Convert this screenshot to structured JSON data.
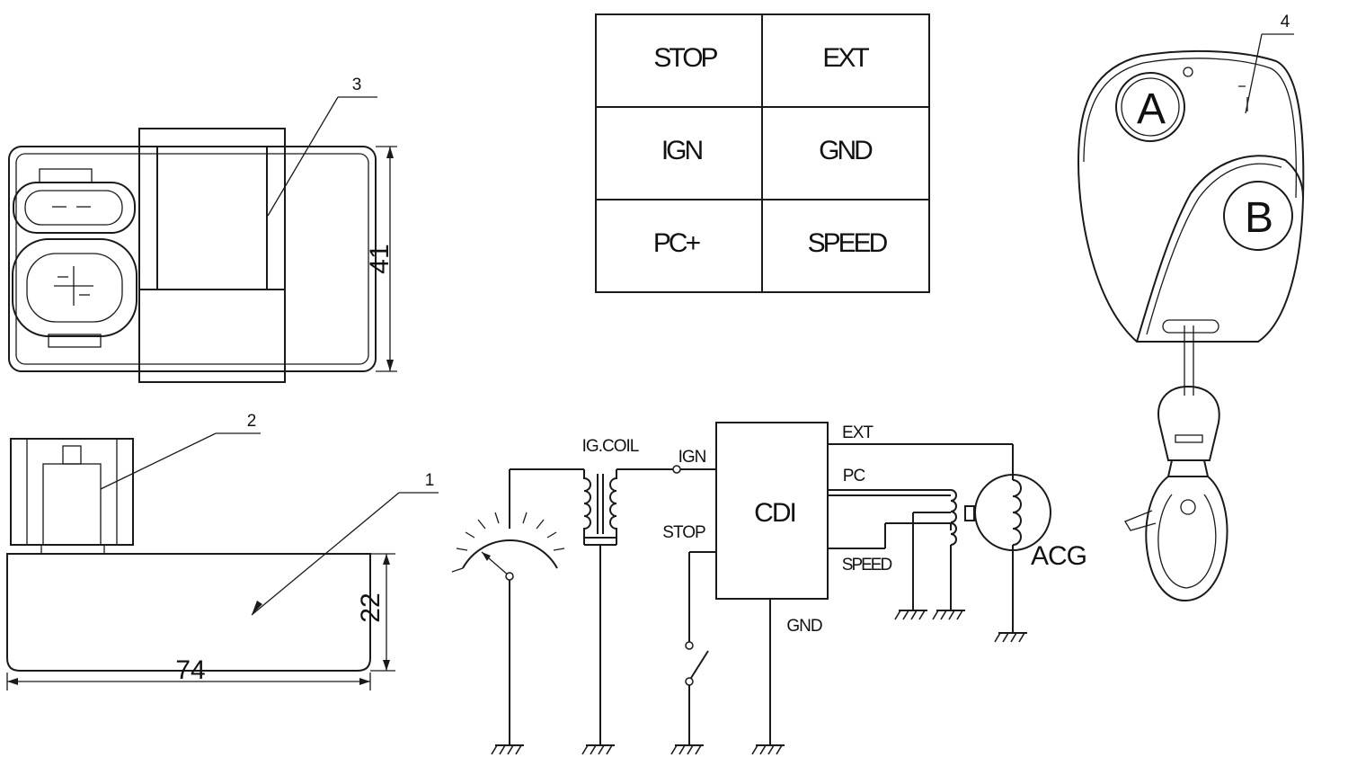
{
  "callouts": [
    "1",
    "2",
    "3",
    "4"
  ],
  "dimensions": {
    "height_top": "41",
    "height_side": "22",
    "width": "74"
  },
  "pin_table": [
    [
      "STOP",
      "EXT"
    ],
    [
      "IGN",
      "GND"
    ],
    [
      "PC+",
      "SPEED"
    ]
  ],
  "remote": {
    "button_a": "A",
    "button_b": "B"
  },
  "schematic": {
    "ig_coil": "IG.COIL",
    "ign": "IGN",
    "stop": "STOP",
    "cdi": "CDI",
    "ext": "EXT",
    "pc": "PC",
    "speed": "SPEED",
    "gnd": "GND",
    "acg": "ACG"
  }
}
